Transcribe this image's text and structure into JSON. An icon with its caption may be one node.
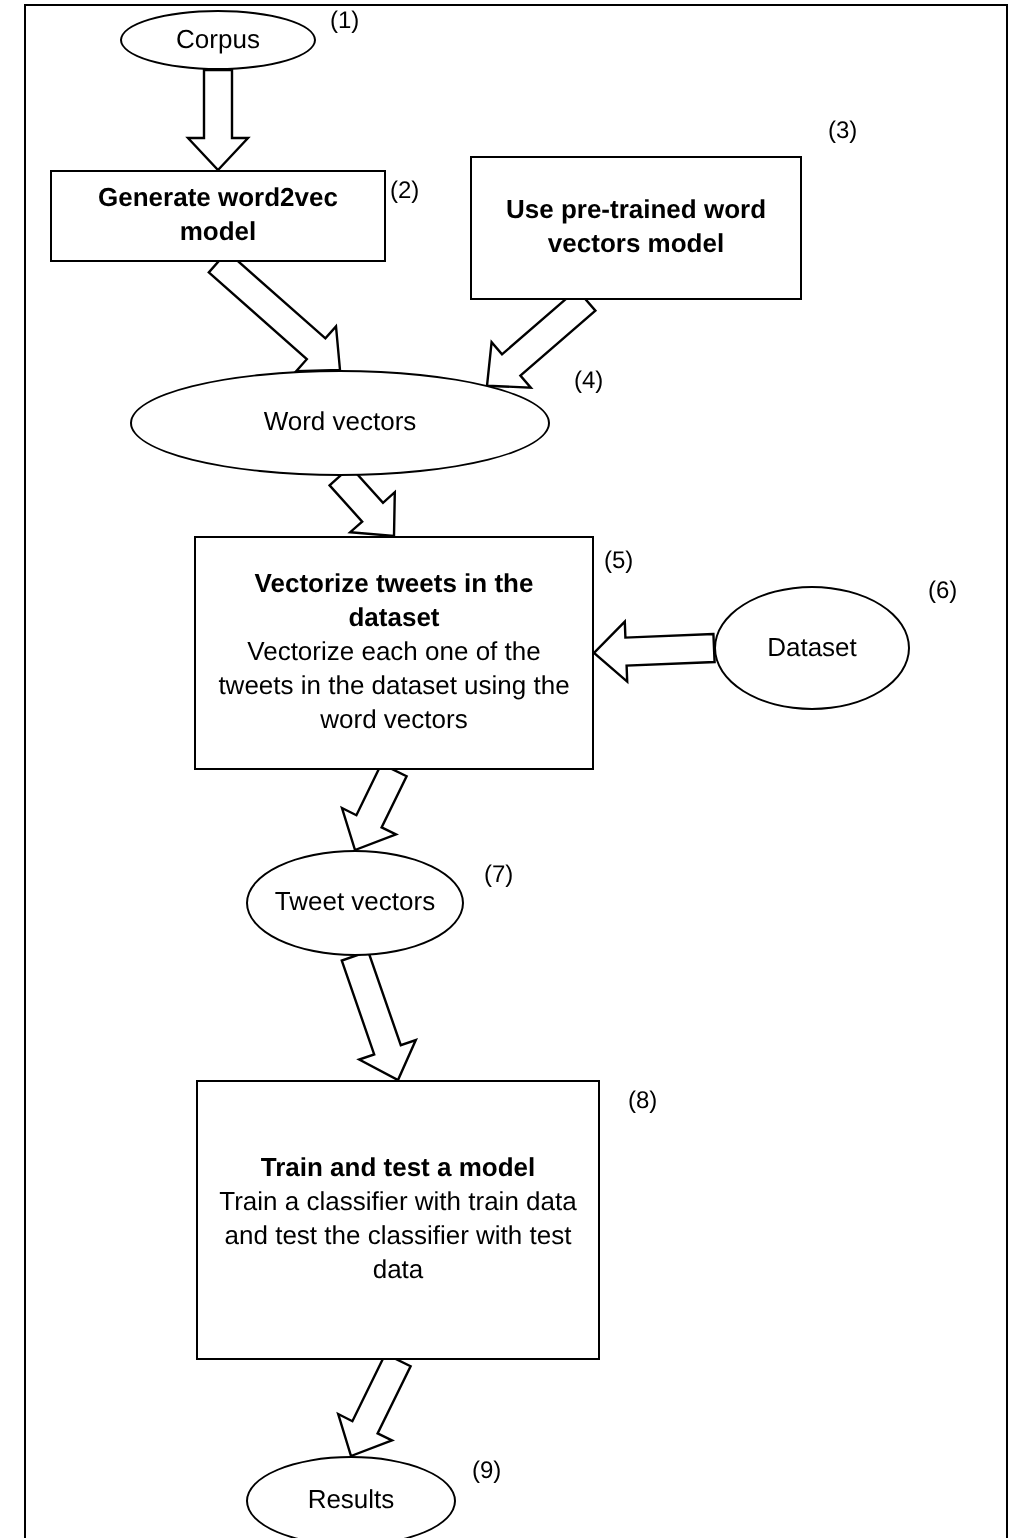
{
  "diagram": {
    "nodes": [
      {
        "text": [
          "Corpus"
        ],
        "beside": [
          "(1)"
        ]
      },
      {
        "text": [
          "Generate word2vec model"
        ],
        "beside": [
          "(2)"
        ]
      },
      {
        "text": [
          "Use pre-trained word vectors model"
        ],
        "beside": [
          "(3)"
        ]
      },
      {
        "text": [
          "Word vectors"
        ],
        "beside": [
          "(4)"
        ]
      },
      {
        "text": [
          "Vectorize tweets in the dataset",
          "Vectorize each one of the tweets in the dataset using the word vectors"
        ],
        "beside": [
          "(5)"
        ]
      },
      {
        "text": [
          "Dataset"
        ],
        "beside": [
          "(6)"
        ]
      },
      {
        "text": [
          "Tweet vectors"
        ],
        "beside": [
          "(7)"
        ]
      },
      {
        "text": [
          "Train and test a model",
          "Train a classifier with train data and test the classifier with test data"
        ],
        "beside": [
          "(8)"
        ]
      },
      {
        "text": [
          "Results"
        ],
        "beside": [
          "(9)"
        ]
      }
    ],
    "edges": [
      {
        "from": 0,
        "to": 1,
        "arrow": "to"
      },
      {
        "from": 1,
        "to": 3,
        "arrow": "to"
      },
      {
        "from": 2,
        "to": 3,
        "arrow": "to"
      },
      {
        "from": 3,
        "to": 4,
        "arrow": "to"
      },
      {
        "from": 5,
        "to": 4,
        "arrow": "to"
      },
      {
        "from": 4,
        "to": 6,
        "arrow": "to"
      },
      {
        "from": 6,
        "to": 7,
        "arrow": "to"
      },
      {
        "from": 7,
        "to": 8,
        "arrow": "to"
      }
    ]
  }
}
